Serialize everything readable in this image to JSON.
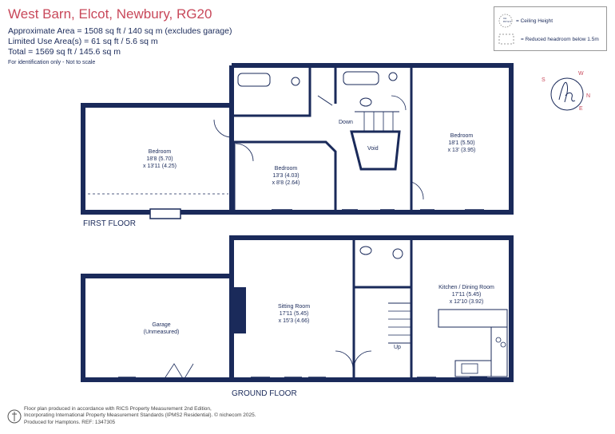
{
  "header": {
    "title": "West Barn, Elcot, Newbury, RG20",
    "approx_area": "Approximate Area = 1508 sq ft / 140 sq m (excludes garage)",
    "limited_use": "Limited Use Area(s) = 61 sq ft / 5.6 sq m",
    "total": "Total = 1569 sq ft / 145.6 sq m",
    "note": "For identification only - Not to scale"
  },
  "legend": {
    "ceiling_icon_text": "CH\n8'6\"/2.6",
    "ceiling_height": "= Ceiling Height",
    "reduced_headroom": "= Reduced headroom below 1.5m"
  },
  "compass": {
    "n": "N",
    "e": "E",
    "s": "S",
    "w": "W"
  },
  "first_floor": {
    "label": "FIRST FLOOR",
    "rooms": [
      {
        "name": "Bedroom",
        "dims1": "18'8 (5.70)",
        "dims2": "x 13'11 (4.25)"
      },
      {
        "name": "Bedroom",
        "dims1": "13'3 (4.03)",
        "dims2": "x 8'8 (2.64)"
      },
      {
        "name": "Bedroom",
        "dims1": "18'1 (5.50)",
        "dims2": "x 13' (3.95)"
      }
    ],
    "void": "Void",
    "down": "Down"
  },
  "ground_floor": {
    "label": "GROUND FLOOR",
    "garage": {
      "name": "Garage",
      "note": "(Unmeasured)"
    },
    "sitting": {
      "name": "Sitting Room",
      "dims1": "17'11 (5.45)",
      "dims2": "x 15'3 (4.66)"
    },
    "kitchen": {
      "name": "Kitchen / Dining Room",
      "dims1": "17'11 (5.45)",
      "dims2": "x 12'10 (3.92)"
    },
    "up": "Up"
  },
  "footer": {
    "line1": "Floor plan produced in accordance with RICS Property Measurement 2nd Edition,",
    "line2": "Incorporating International Property Measurement Standards (IPMS2 Residential).   © nichecom 2025.",
    "line3": "Produced for Hamptons.   REF:  1347305"
  },
  "colors": {
    "wall": "#1a2a5a",
    "title": "#c8485a"
  }
}
